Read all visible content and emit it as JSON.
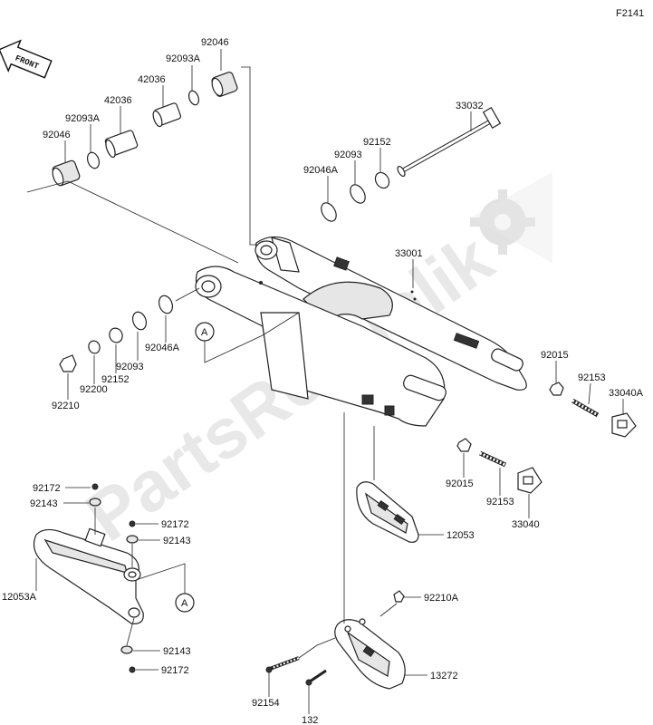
{
  "figure_code": "F2141",
  "front_label": "FRONT",
  "watermark": "PartsRepublik",
  "ref_marker": "A",
  "labels": {
    "p92046_top": "92046",
    "p92093A_top": "92093A",
    "p42036_top": "42036",
    "p42036_left": "42036",
    "p92093A_left": "92093A",
    "p92046_left": "92046",
    "p33032": "33032",
    "p92152_top": "92152",
    "p92093_top": "92093",
    "p92046A_top": "92046A",
    "p33001": "33001",
    "p92046A_mid": "92046A",
    "p92093_mid": "92093",
    "p92152_mid": "92152",
    "p92200": "92200",
    "p92210": "92210",
    "p92015_right": "92015",
    "p92153_right": "92153",
    "p33040A": "33040A",
    "p92015_mid": "92015",
    "p92153_mid": "92153",
    "p33040": "33040",
    "p12053": "12053",
    "p92172_a": "92172",
    "p92143_a": "92143",
    "p92172_b": "92172",
    "p92143_b": "92143",
    "p12053A": "12053A",
    "p92143_c": "92143",
    "p92172_c": "92172",
    "p92210A": "92210A",
    "p13272": "13272",
    "p92154": "92154",
    "p132": "132"
  }
}
